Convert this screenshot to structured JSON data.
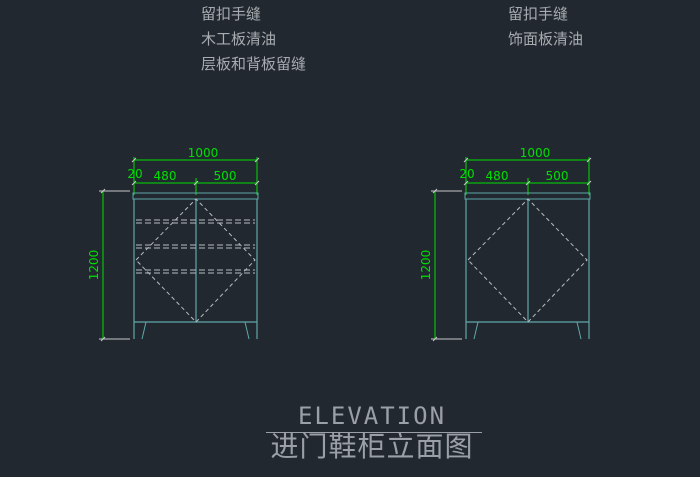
{
  "notes_left": [
    "留扣手缝",
    "木工板清油",
    "层板和背板留缝"
  ],
  "notes_right": [
    "留扣手缝",
    "饰面板清油"
  ],
  "title_en": "ELEVATION",
  "title_cn": "进门鞋柜立面图",
  "colors": {
    "background": "#212830",
    "dimension": "#00e000",
    "outline": "#5fa8a8",
    "dashed": "#b8bcc0",
    "note_text": "#a8acb0",
    "title": "#9aa0a6",
    "ticks": "#c8c8c8"
  },
  "elevations": [
    {
      "id": "left",
      "overall_width": "1000",
      "side": "20",
      "left_part": "480",
      "right_part": "500",
      "height": "1200",
      "shelves": 3
    },
    {
      "id": "right",
      "overall_width": "1000",
      "side": "20",
      "left_part": "480",
      "right_part": "500",
      "height": "1200",
      "shelves": 0
    }
  ]
}
